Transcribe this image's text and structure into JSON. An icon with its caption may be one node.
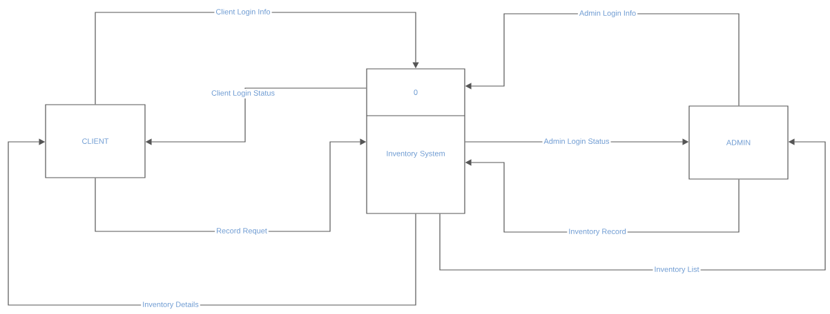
{
  "diagram": {
    "nodes": [
      {
        "text": [
          "CLIENT"
        ]
      },
      {
        "text": [
          "0",
          "Inventory System"
        ]
      },
      {
        "text": [
          "ADMIN"
        ]
      }
    ],
    "edges": [
      {
        "from": 0,
        "to": 1,
        "arrow": "to",
        "label": "Client Login Info"
      },
      {
        "from": 1,
        "to": 0,
        "arrow": "to",
        "label": "Client Login Status"
      },
      {
        "from": 0,
        "to": 1,
        "arrow": "to",
        "label": "Record Requet"
      },
      {
        "from": 1,
        "to": 0,
        "arrow": "to",
        "label": "Inventory Details"
      },
      {
        "from": 2,
        "to": 1,
        "arrow": "to",
        "label": "Admin Login Info"
      },
      {
        "from": 1,
        "to": 2,
        "arrow": "to",
        "label": "Admin Login Status"
      },
      {
        "from": 2,
        "to": 1,
        "arrow": "to",
        "label": "Inventory Record"
      },
      {
        "from": 1,
        "to": 2,
        "arrow": "to",
        "label": "Inventory List"
      }
    ]
  }
}
